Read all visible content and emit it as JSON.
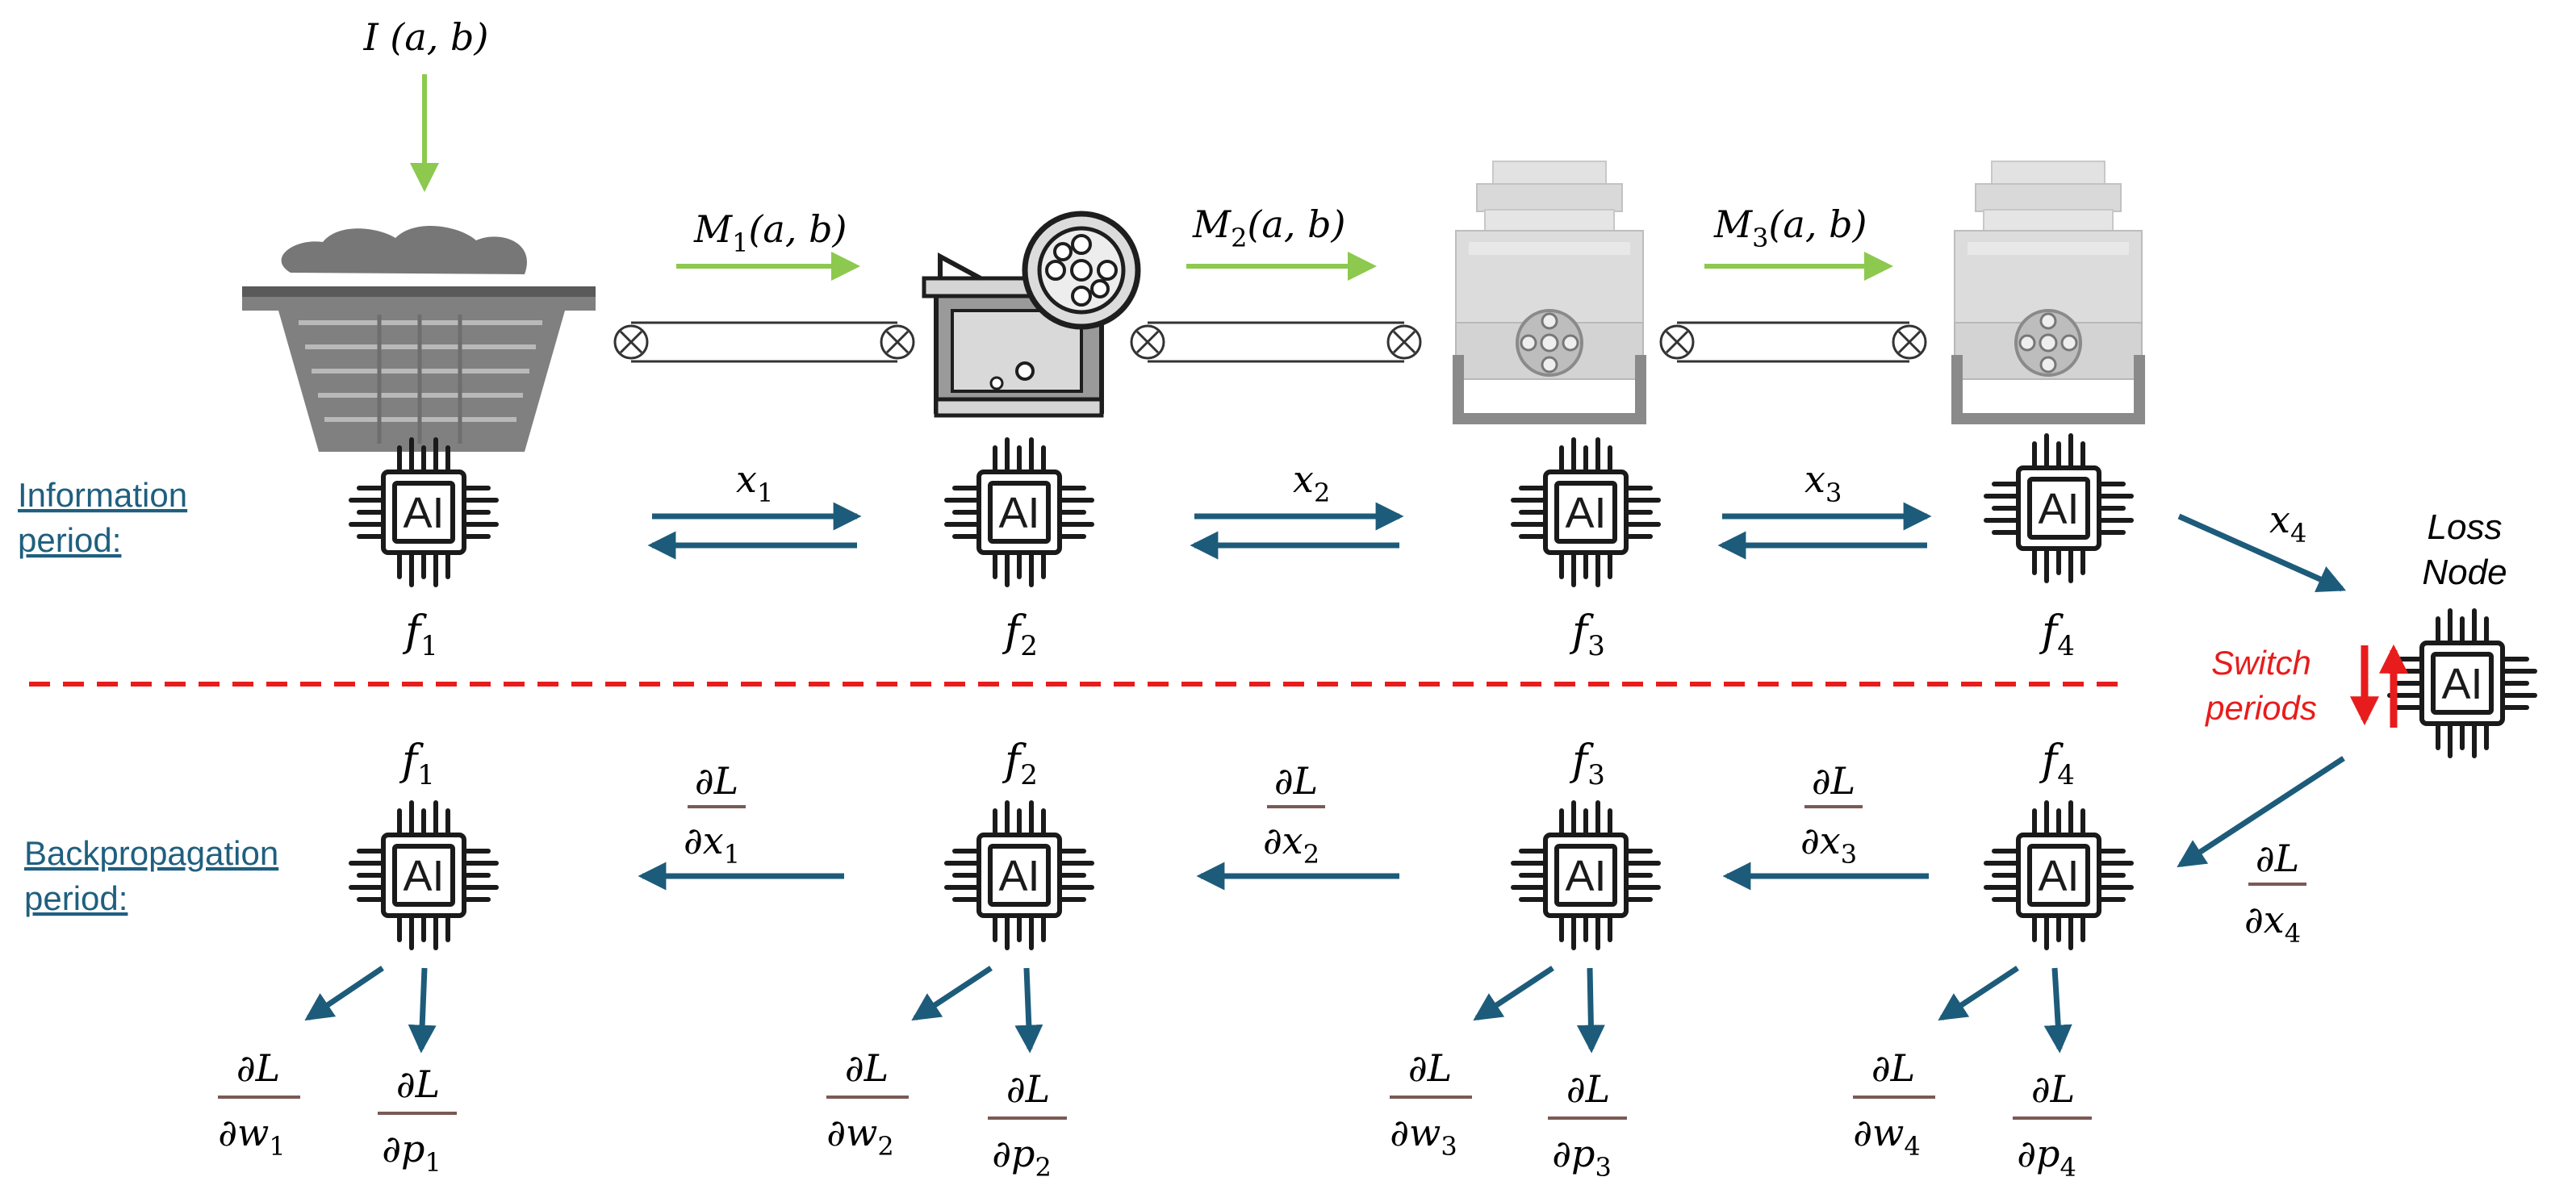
{
  "input_label": "I (a, b)",
  "material_flows": [
    {
      "letter": "M",
      "sub": "1",
      "args": "(a, b)"
    },
    {
      "letter": "M",
      "sub": "2",
      "args": "(a, b)"
    },
    {
      "letter": "M",
      "sub": "3",
      "args": "(a, b)"
    }
  ],
  "period_labels": {
    "information": [
      "Information",
      "period:"
    ],
    "backpropagation": [
      "Backpropagation",
      "period:"
    ]
  },
  "chip_text": "AI",
  "info_functions": [
    {
      "letter": "f",
      "sub": "1"
    },
    {
      "letter": "f",
      "sub": "2"
    },
    {
      "letter": "f",
      "sub": "3"
    },
    {
      "letter": "f",
      "sub": "4"
    }
  ],
  "info_signals": [
    {
      "letter": "x",
      "sub": "1"
    },
    {
      "letter": "x",
      "sub": "2"
    },
    {
      "letter": "x",
      "sub": "3"
    },
    {
      "letter": "x",
      "sub": "4"
    }
  ],
  "loss_node": [
    "Loss",
    "Node"
  ],
  "switch_label": [
    "Switch",
    "periods"
  ],
  "back_functions": [
    {
      "letter": "f",
      "sub": "1"
    },
    {
      "letter": "f",
      "sub": "2"
    },
    {
      "letter": "f",
      "sub": "3"
    },
    {
      "letter": "f",
      "sub": "4"
    }
  ],
  "back_gradients": [
    {
      "num": "∂L",
      "den": "∂x",
      "sub": "1"
    },
    {
      "num": "∂L",
      "den": "∂x",
      "sub": "2"
    },
    {
      "num": "∂L",
      "den": "∂x",
      "sub": "3"
    },
    {
      "num": "∂L",
      "den": "∂x",
      "sub": "4"
    }
  ],
  "weight_gradients": [
    {
      "num": "∂L",
      "den": "∂w",
      "sub": "1"
    },
    {
      "num": "∂L",
      "den": "∂w",
      "sub": "2"
    },
    {
      "num": "∂L",
      "den": "∂w",
      "sub": "3"
    },
    {
      "num": "∂L",
      "den": "∂w",
      "sub": "4"
    }
  ],
  "param_gradients": [
    {
      "num": "∂L",
      "den": "∂p",
      "sub": "1"
    },
    {
      "num": "∂L",
      "den": "∂p",
      "sub": "2"
    },
    {
      "num": "∂L",
      "den": "∂p",
      "sub": "3"
    },
    {
      "num": "∂L",
      "den": "∂p",
      "sub": "4"
    }
  ],
  "colors": {
    "flow_arrow": "#8cc94e",
    "signal_arrow": "#1d5b7a",
    "divider": "#e81c1c",
    "switch": "#e81c1c",
    "period_label": "#1f5f7f",
    "fraction_bar": "#7a5a55",
    "machine": "#8f8f8f"
  }
}
